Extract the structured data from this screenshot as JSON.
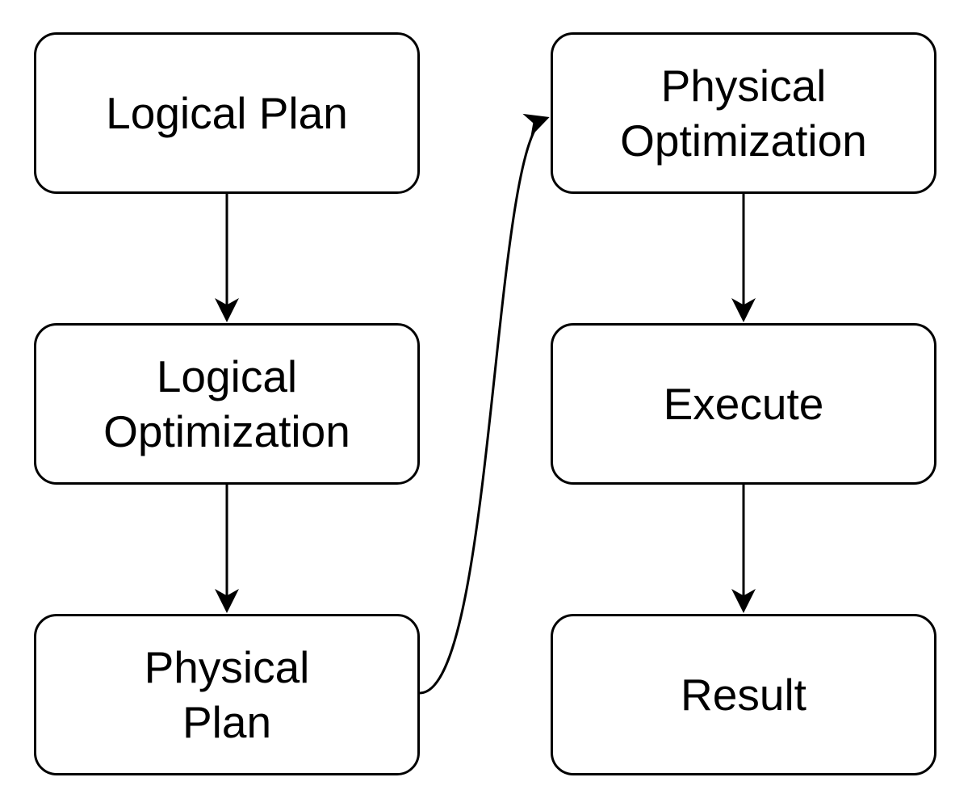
{
  "diagram": {
    "type": "flowchart",
    "colors": {
      "background": "#ffffff",
      "node_fill": "#ffffff",
      "node_border": "#000000",
      "text": "#000000",
      "arrow": "#000000"
    },
    "nodes": [
      {
        "id": "logical-plan",
        "label": "Logical Plan",
        "lines": [
          "Logical Plan"
        ]
      },
      {
        "id": "logical-optimization",
        "label": "Logical Optimization",
        "lines": [
          "Logical",
          "Optimization"
        ]
      },
      {
        "id": "physical-plan",
        "label": "Physical Plan",
        "lines": [
          "Physical",
          "Plan"
        ]
      },
      {
        "id": "physical-optimization",
        "label": "Physical Optimization",
        "lines": [
          "Physical",
          "Optimization"
        ]
      },
      {
        "id": "execute",
        "label": "Execute",
        "lines": [
          "Execute"
        ]
      },
      {
        "id": "result",
        "label": "Result",
        "lines": [
          "Result"
        ]
      }
    ],
    "edges": [
      {
        "from": "logical-plan",
        "to": "logical-optimization",
        "style": "straight-vertical"
      },
      {
        "from": "logical-optimization",
        "to": "physical-plan",
        "style": "straight-vertical"
      },
      {
        "from": "physical-plan",
        "to": "physical-optimization",
        "style": "curved"
      },
      {
        "from": "physical-optimization",
        "to": "execute",
        "style": "straight-vertical"
      },
      {
        "from": "execute",
        "to": "result",
        "style": "straight-vertical"
      }
    ]
  }
}
